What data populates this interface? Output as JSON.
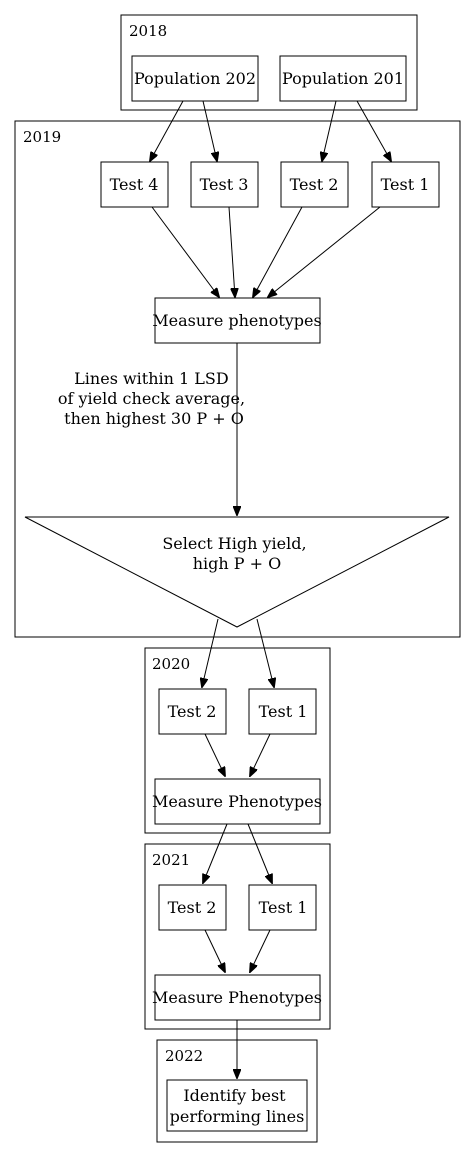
{
  "clusters": {
    "y2018": "2018",
    "y2019": "2019",
    "y2020": "2020",
    "y2021": "2021",
    "y2022": "2022"
  },
  "nodes": {
    "pop202": "Population 202",
    "pop201": "Population 201",
    "test4_2019": "Test 4",
    "test3_2019": "Test 3",
    "test2_2019": "Test 2",
    "test1_2019": "Test 1",
    "measure_2019": "Measure phenotypes",
    "select": [
      "Select High yield,",
      "high P + O"
    ],
    "test2_2020": "Test 2",
    "test1_2020": "Test 1",
    "measure_2020": "Measure Phenotypes",
    "test2_2021": "Test 2",
    "test1_2021": "Test 1",
    "measure_2021": "Measure Phenotypes",
    "identify": [
      "Identify best",
      "performing lines"
    ]
  },
  "edge_labels": {
    "measure_to_select": [
      "Lines within 1 LSD",
      "of yield check average,",
      "then highest 30 P + O"
    ]
  }
}
